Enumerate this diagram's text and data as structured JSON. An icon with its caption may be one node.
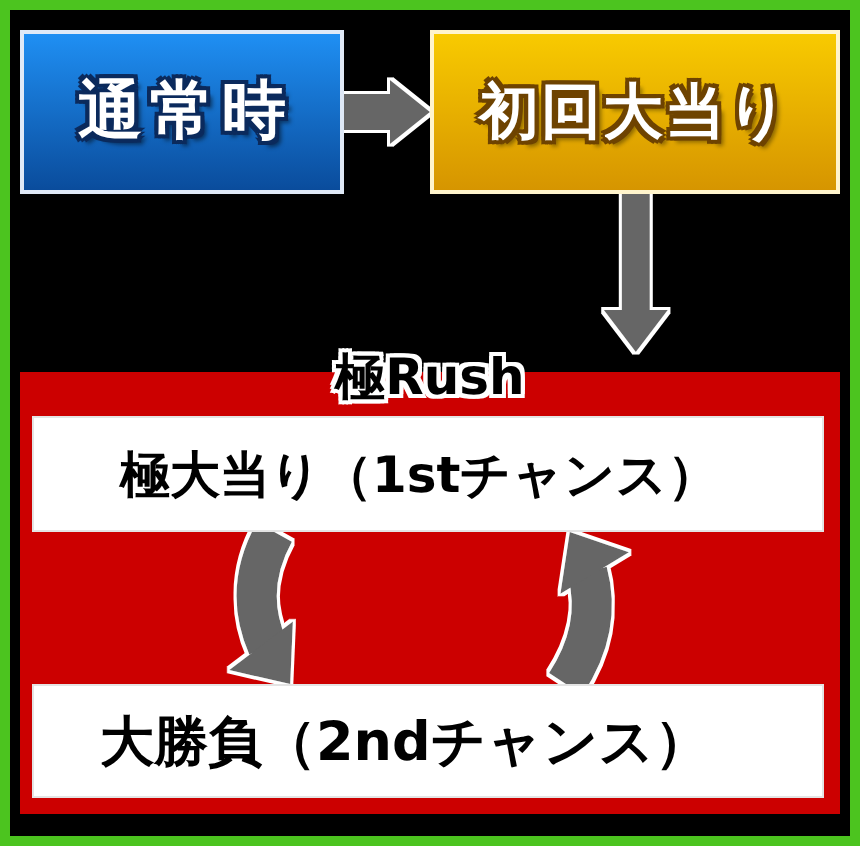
{
  "diagram": {
    "nodes": [
      {
        "text": [
          "通常時"
        ]
      },
      {
        "text": [
          "初回大当り"
        ]
      },
      {
        "text": [
          "極Rush"
        ]
      },
      {
        "text": [
          "極大当り（1stチャンス）"
        ],
        "in": 2
      },
      {
        "text": [
          "大勝負（2ndチャンス）"
        ],
        "in": 2
      }
    ],
    "edges": [
      {
        "from": 0,
        "to": 1,
        "arrow": "to"
      },
      {
        "from": 1,
        "to": 2,
        "arrow": "to"
      },
      {
        "from": 3,
        "to": 4,
        "arrow": "to"
      },
      {
        "from": 4,
        "to": 3,
        "arrow": "to"
      }
    ]
  }
}
